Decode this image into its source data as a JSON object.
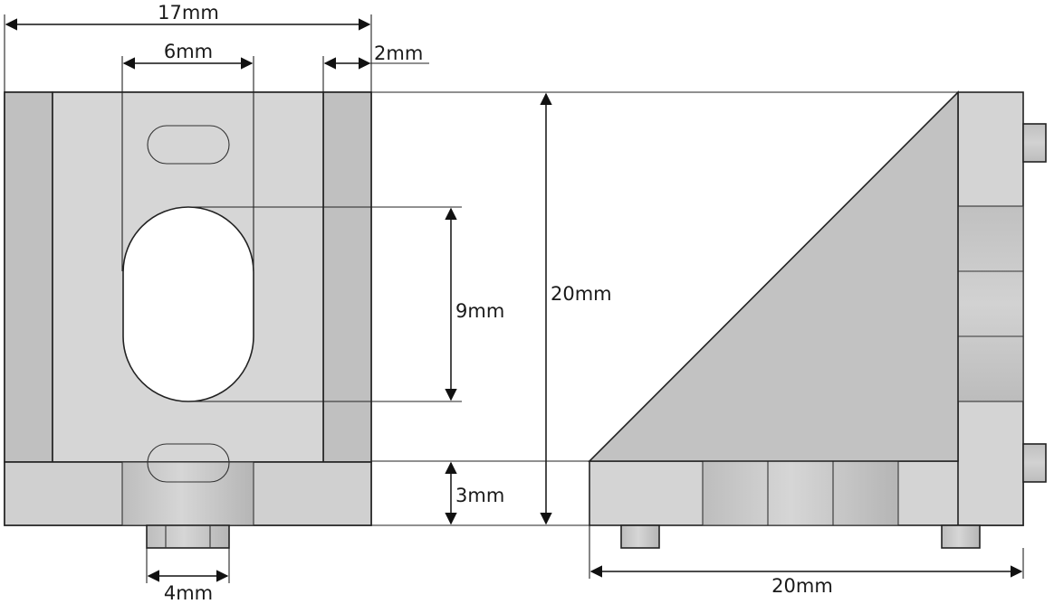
{
  "dimensions": {
    "top_width": "17mm",
    "slot_width": "6mm",
    "wall": "2mm",
    "hole_height": "9mm",
    "total_height": "20mm",
    "base_height": "3mm",
    "nut_width": "4mm",
    "side_width": "20mm"
  },
  "colors": {
    "face_light": "#d4d4d4",
    "face_mid": "#c6c6c6",
    "face_dark": "#bbbbbb",
    "gusset": "#c2c2c2",
    "edge": "#222222"
  }
}
